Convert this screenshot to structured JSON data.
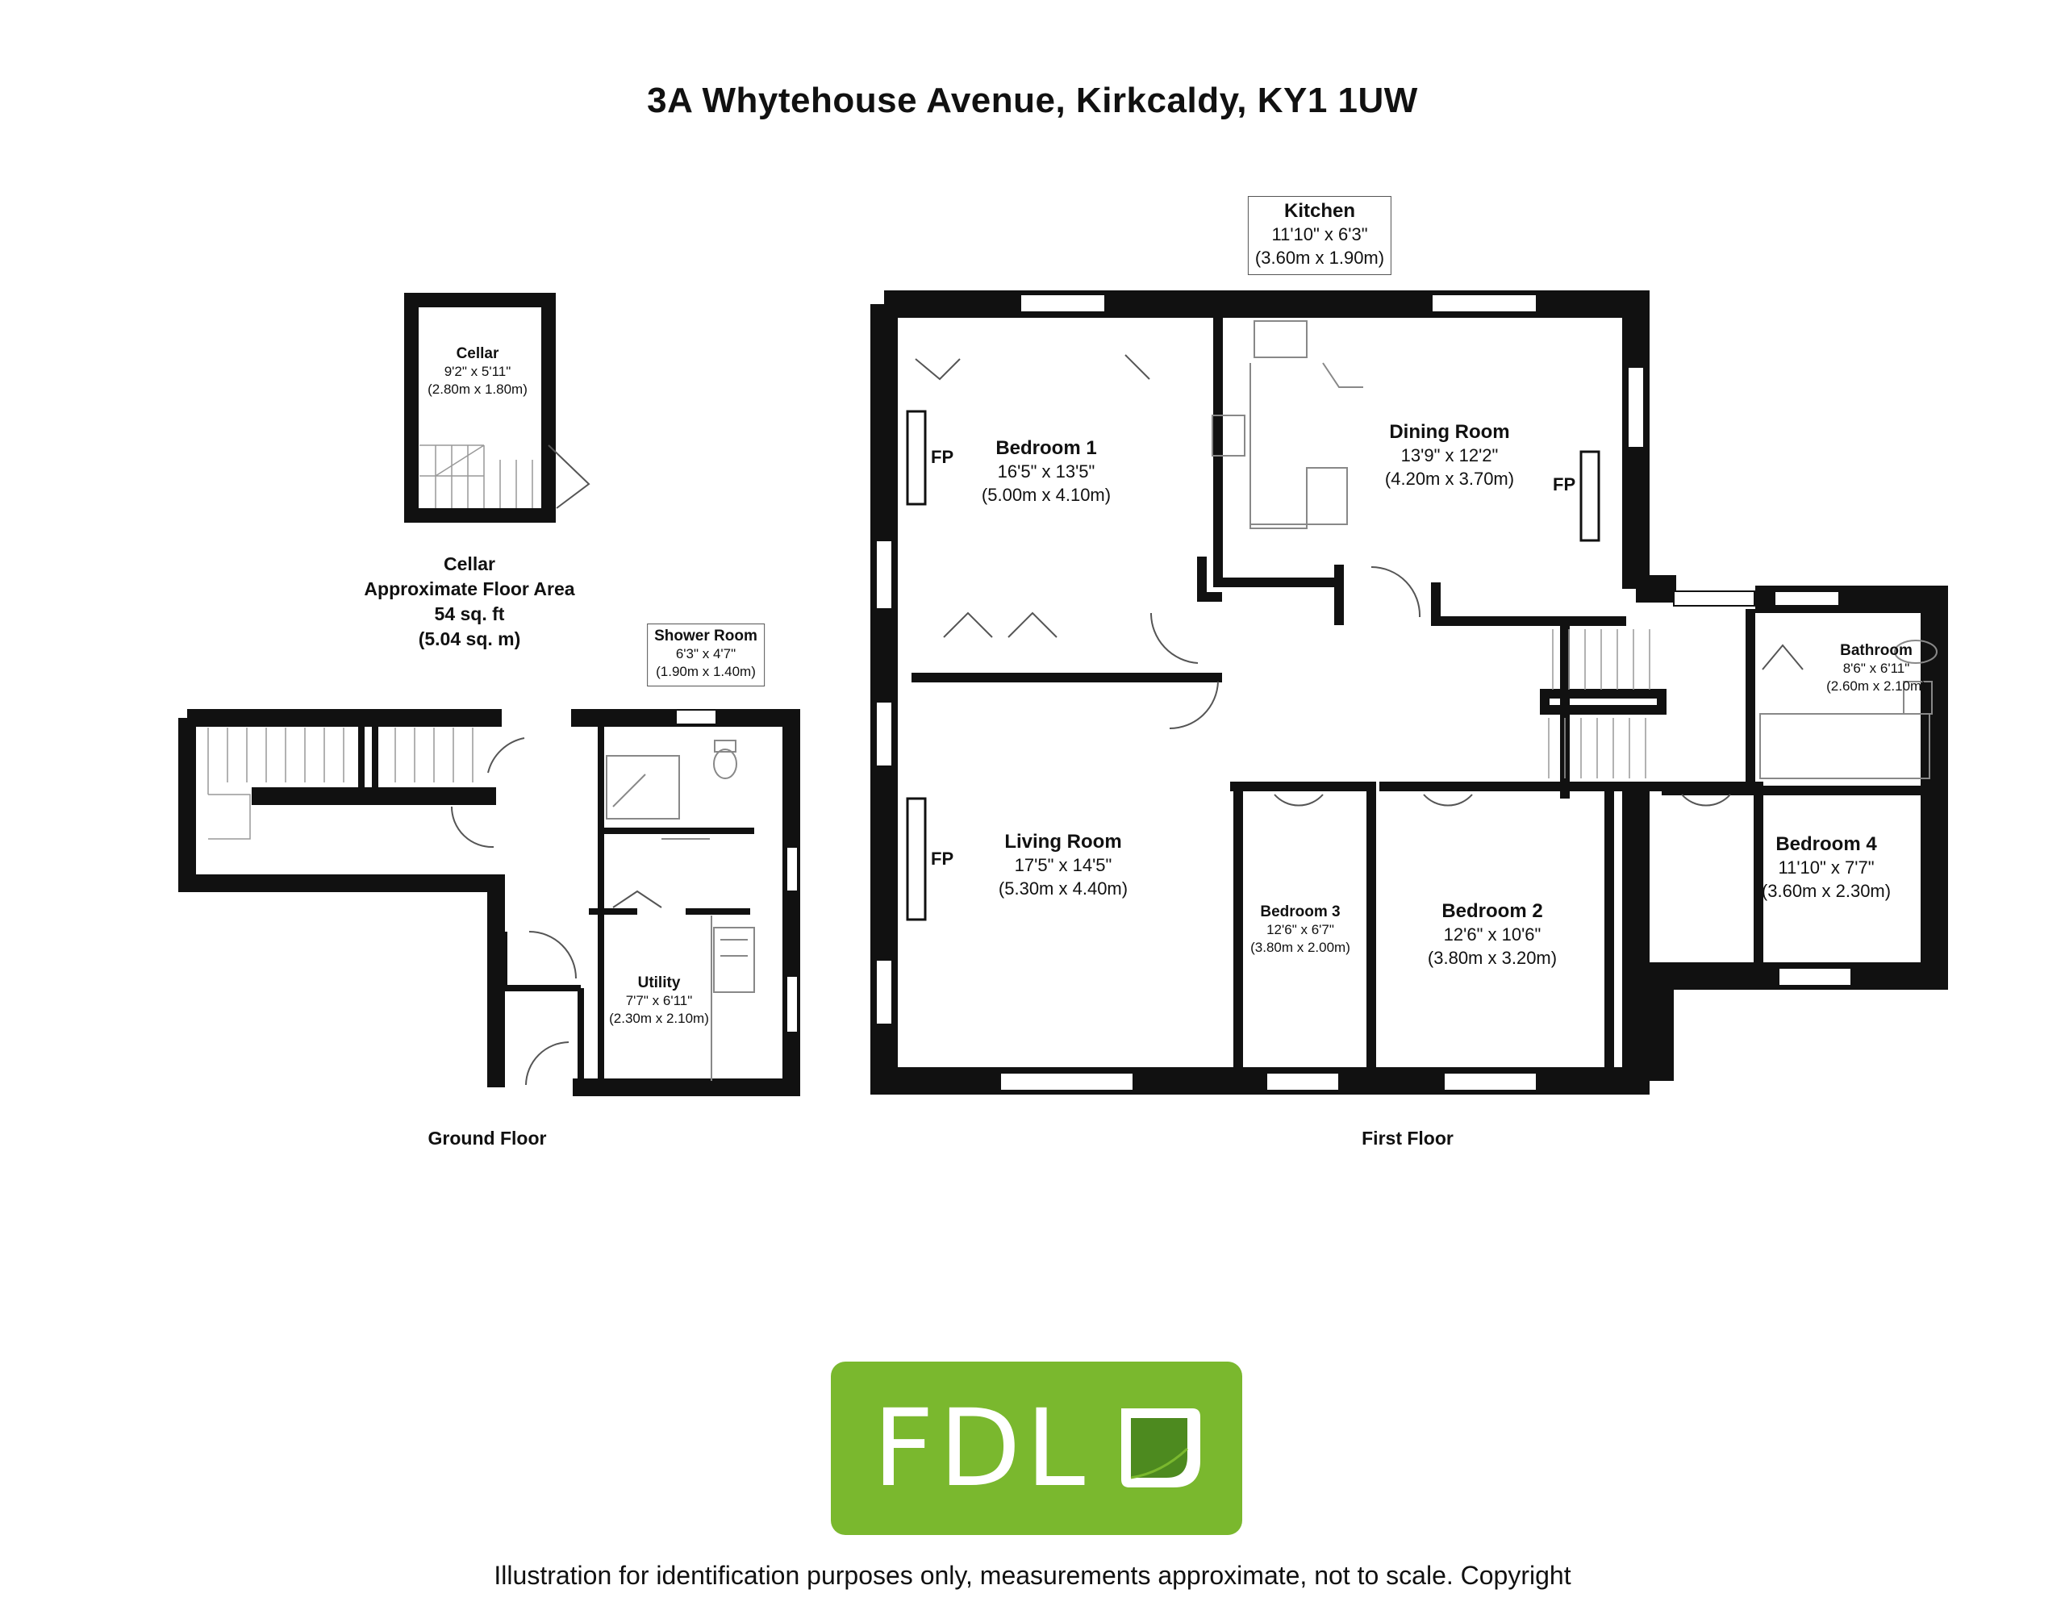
{
  "title": "3A Whytehouse Avenue, Kirkcaldy, KY1 1UW",
  "rooms": {
    "kitchen": {
      "name": "Kitchen",
      "imperial": "11'10\" x 6'3\"",
      "metric": "(3.60m x 1.90m)"
    },
    "dining_room": {
      "name": "Dining Room",
      "imperial": "13'9\" x 12'2\"",
      "metric": "(4.20m x 3.70m)"
    },
    "bedroom1": {
      "name": "Bedroom 1",
      "imperial": "16'5\" x 13'5\"",
      "metric": "(5.00m x 4.10m)"
    },
    "living_room": {
      "name": "Living Room",
      "imperial": "17'5\" x 14'5\"",
      "metric": "(5.30m x 4.40m)"
    },
    "bedroom3": {
      "name": "Bedroom 3",
      "imperial": "12'6\" x 6'7\"",
      "metric": "(3.80m x 2.00m)"
    },
    "bedroom2": {
      "name": "Bedroom 2",
      "imperial": "12'6\" x 10'6\"",
      "metric": "(3.80m x 3.20m)"
    },
    "bedroom4": {
      "name": "Bedroom 4",
      "imperial": "11'10\" x 7'7\"",
      "metric": "(3.60m x 2.30m)"
    },
    "bathroom": {
      "name": "Bathroom",
      "imperial": "8'6\" x 6'11\"",
      "metric": "(2.60m x 2.10m)"
    },
    "cellar": {
      "name": "Cellar",
      "imperial": "9'2\" x 5'11\"",
      "metric": "(2.80m x 1.80m)"
    },
    "shower_room": {
      "name": "Shower Room",
      "imperial": "6'3\" x 4'7\"",
      "metric": "(1.90m x 1.40m)"
    },
    "utility": {
      "name": "Utility",
      "imperial": "7'7\" x 6'11\"",
      "metric": "(2.30m x 2.10m)"
    }
  },
  "fireplace_label": "FP",
  "cellar_area": {
    "heading": "Cellar",
    "line1": "Approximate Floor Area",
    "sqft": "54 sq. ft",
    "sqm": "(5.04 sq. m)"
  },
  "floors": {
    "ground": "Ground Floor",
    "first": "First Floor"
  },
  "logo_text": "FDL",
  "disclaimer": "Illustration for identification purposes only, measurements approximate, not to scale. Copyright",
  "colors": {
    "wall": "#111111",
    "logo_green": "#7ab82e",
    "leaf_dark": "#4d8a1f",
    "fixture": "#888888"
  }
}
